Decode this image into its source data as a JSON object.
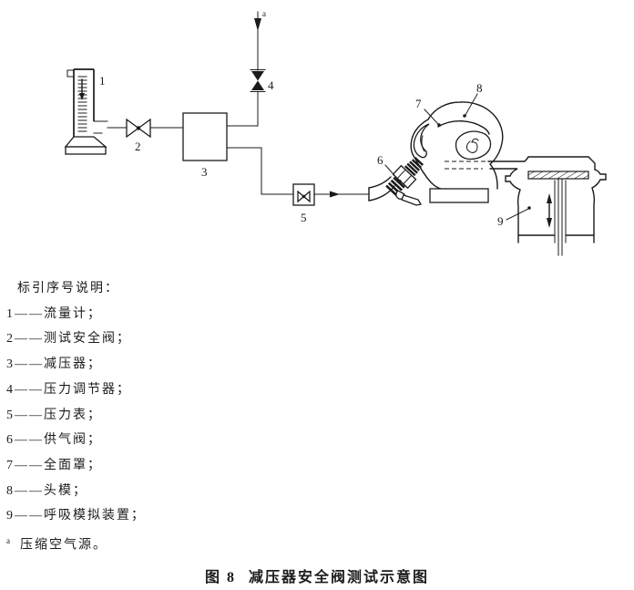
{
  "diagram": {
    "line_color": "#1b1b1b",
    "background": "#ffffff",
    "labels": {
      "flow_meter": "1",
      "test_safety_valve": "2",
      "pressure_reducer": "3",
      "pressure_regulator": "4",
      "pressure_gauge": "5",
      "air_supply_valve": "6",
      "full_face_mask": "7",
      "head_model": "8",
      "breathing_simulator": "9",
      "air_source_marker": "a"
    }
  },
  "legend": {
    "title": "标引序号说明：",
    "items": [
      "1——流量计；",
      "2——测试安全阀；",
      "3——减压器；",
      "4——压力调节器；",
      "5——压力表；",
      "6——供气阀；",
      "7——全面罩；",
      "8——头模；",
      "9——呼吸模拟装置；"
    ],
    "footnote_marker": "a",
    "footnote_text": "压缩空气源。"
  },
  "caption": {
    "figure_label": "图 8",
    "title": "减压器安全阀测试示意图"
  }
}
